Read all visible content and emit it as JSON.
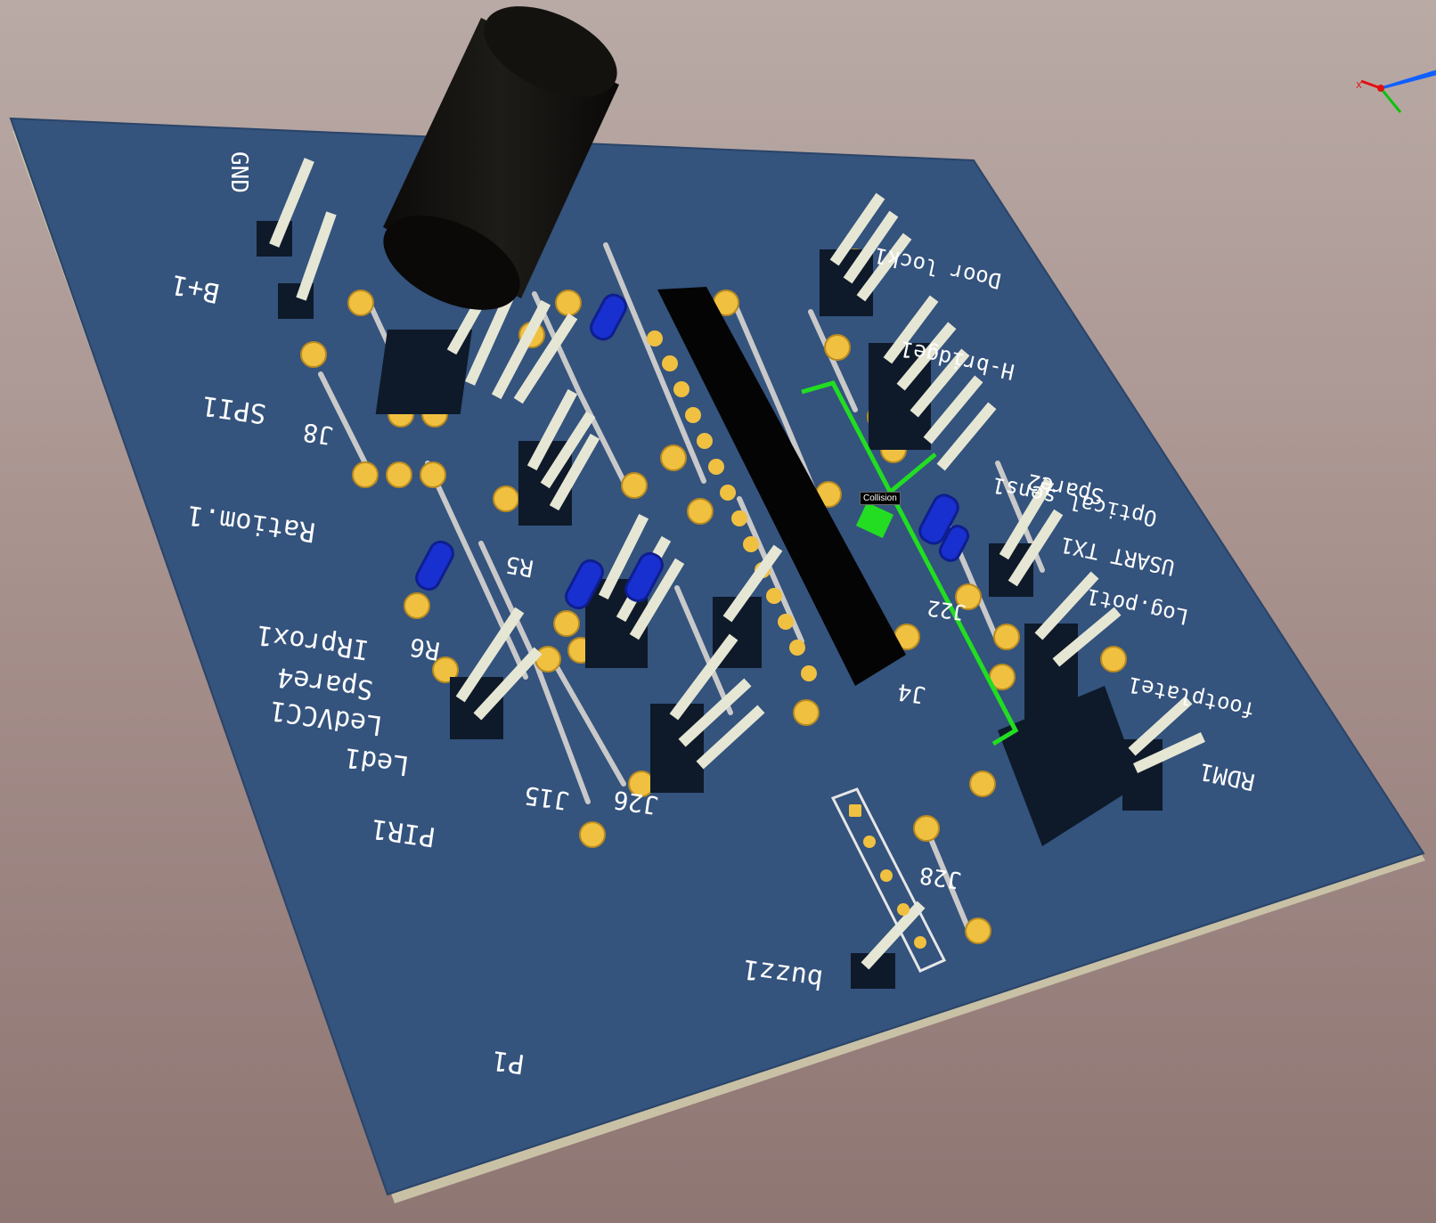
{
  "viewer": {
    "tooltip": "Collision"
  },
  "axis_gizmo": {
    "icon": "xyz-axis-gizmo-icon",
    "x_label": "X",
    "colors": {
      "x": "#e01010",
      "y": "#10c010",
      "z": "#1060ff"
    }
  },
  "board": {
    "color": "#34537d",
    "pad_color": "#f0c040",
    "labels": {
      "gnd": "GND",
      "b_plus": "B+1",
      "spi": "SPI1",
      "j8": "J8",
      "ratiom": "Ratiom.1",
      "r6": "R6",
      "r5": "R5",
      "irprox": "IRprox1",
      "spare4": "Spare4",
      "ledvcc": "LedVCC1",
      "led": "Led1",
      "pir": "PIR1",
      "j15": "J15",
      "j26": "J26",
      "buzz": "buzz1",
      "p1": "P1",
      "j28": "J28",
      "j4": "J4",
      "j22": "J22",
      "doorlock": "Door lock1",
      "hbridge": "H-bridge1",
      "spare2": "Spare2",
      "optical": "Optical sens1",
      "usart": "USART TX1",
      "logpot": "Log.pot1",
      "footplate": "footplate1",
      "rdm": "RDM1"
    }
  }
}
